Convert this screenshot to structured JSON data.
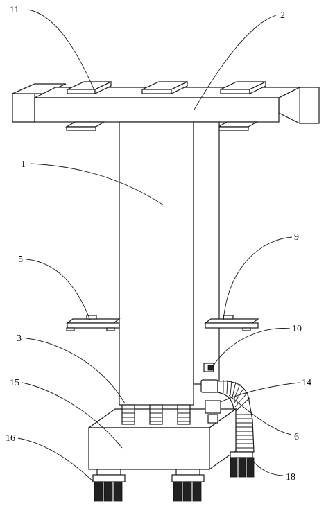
{
  "labels": {
    "l1": "1",
    "l2": "2",
    "l3": "3",
    "l5": "5",
    "l6": "6",
    "l9": "9",
    "l10": "10",
    "l11": "11",
    "l14": "14",
    "l15": "15",
    "l16": "16",
    "l18": "18"
  }
}
